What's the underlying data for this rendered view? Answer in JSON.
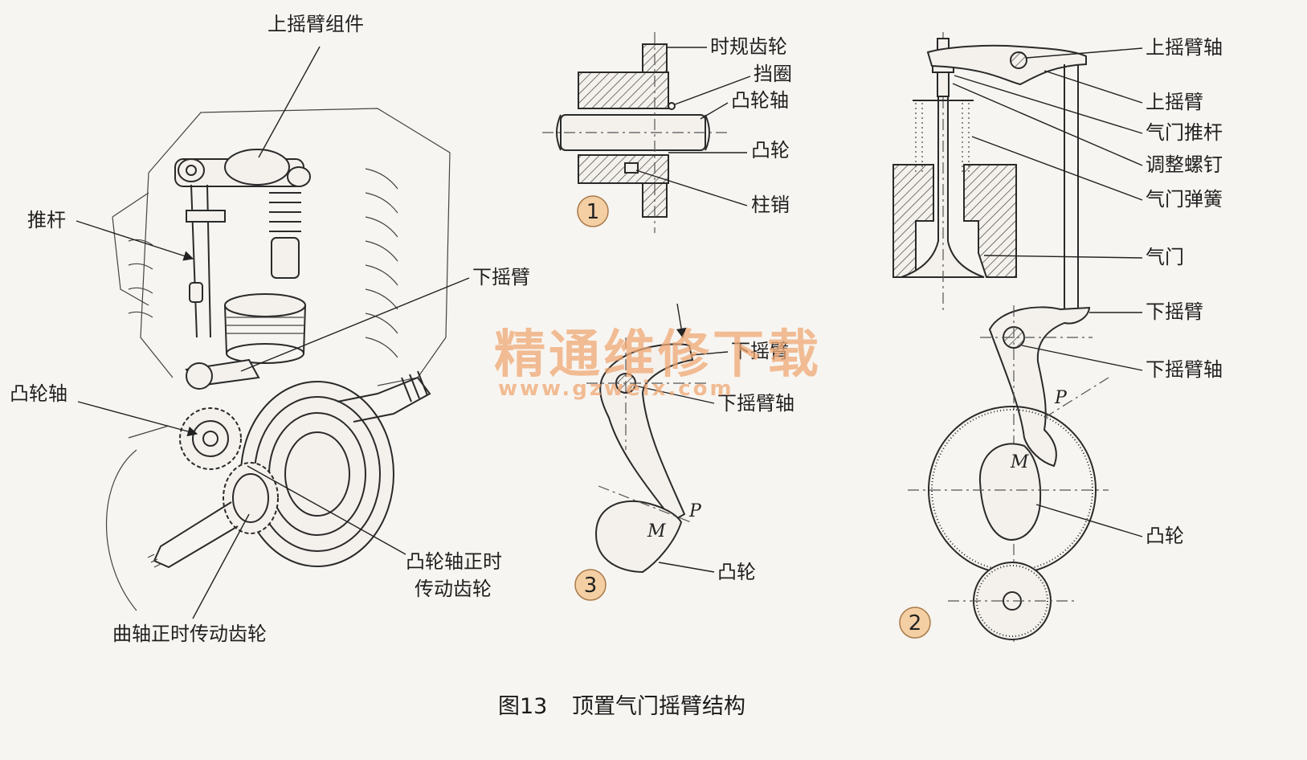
{
  "caption": {
    "figure_no": "图13",
    "title": "顶置气门摇臂结构"
  },
  "watermark": {
    "line1": "精通维修下载",
    "line2": "www.gzweix.com"
  },
  "overview": {
    "labels": {
      "upper_rocker_assembly": "上摇臂组件",
      "push_rod": "推杆",
      "lower_rocker": "下摇臂",
      "camshaft": "凸轮轴",
      "camshaft_timing_gear": [
        "凸轮轴正时",
        "传动齿轮"
      ],
      "crankshaft_timing_gear": "曲轴正时传动齿轮"
    }
  },
  "detail1": {
    "badge": "1",
    "labels": {
      "timing_gear": "时规齿轮",
      "retaining_ring": "挡圈",
      "camshaft": "凸轮轴",
      "cam": "凸轮",
      "pin": "柱销"
    }
  },
  "detail2": {
    "badge": "2",
    "labels": {
      "upper_rocker_shaft": "上摇臂轴",
      "upper_rocker": "上摇臂",
      "valve_push_rod": "气门推杆",
      "adjusting_screw": "调整螺钉",
      "valve_spring": "气门弹簧",
      "valve": "气门",
      "lower_rocker": "下摇臂",
      "lower_rocker_shaft": "下摇臂轴",
      "cam": "凸轮"
    },
    "points": {
      "p": "P",
      "m": "M"
    }
  },
  "detail3": {
    "badge": "3",
    "labels": {
      "lower_rocker": "下摇臂",
      "lower_rocker_shaft": "下摇臂轴",
      "cam": "凸轮"
    },
    "points": {
      "p": "P",
      "m": "M"
    }
  }
}
